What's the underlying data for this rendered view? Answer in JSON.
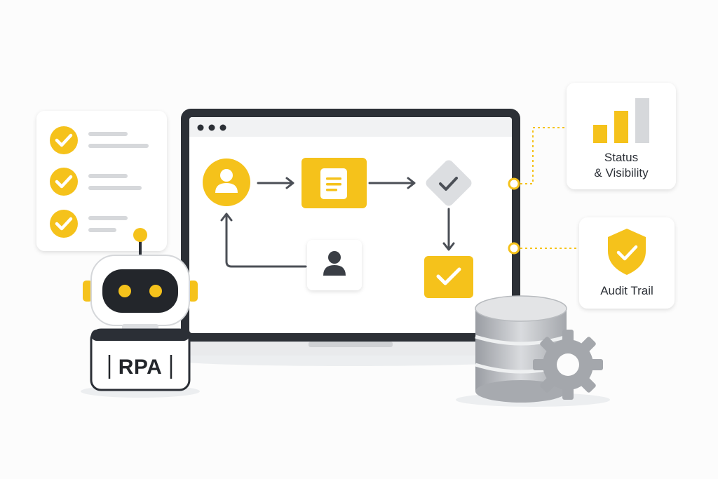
{
  "colors": {
    "accent": "#f5c21b",
    "dark": "#2b2f36",
    "gray": "#9aa0a6",
    "light_gray": "#dfe1e4"
  },
  "cards": {
    "status": {
      "title_line1": "Status",
      "title_line2": "& Visibility",
      "icon": "bar-chart-icon"
    },
    "audit": {
      "title": "Audit Trail",
      "icon": "shield-check-icon"
    }
  },
  "robot": {
    "label": "RPA"
  },
  "checklist": {
    "items": 3,
    "icon": "check-circle-icon"
  },
  "workflow": {
    "nodes": [
      "user-icon",
      "document-icon",
      "decision-diamond-icon",
      "approved-check-icon",
      "human-reviewer-icon"
    ]
  },
  "server": {
    "icon": "database-gear-icon"
  }
}
